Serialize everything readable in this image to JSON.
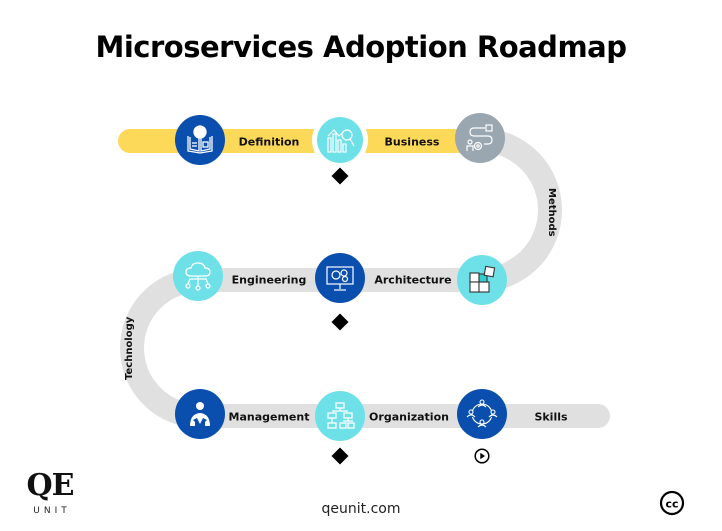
{
  "title": "Microservices Adoption Roadmap",
  "colors": {
    "yellow_track": "#fdd95a",
    "gray_track": "#e0e0e0",
    "dark_blue": "#0a4fad",
    "cyan": "#6ee0e8",
    "slate": "#9aa6b0"
  },
  "rows": [
    {
      "stages": [
        {
          "label": "Definition",
          "icon": "book-idea-icon",
          "color": "dark_blue"
        },
        {
          "label": "Business",
          "icon": "analytics-chart-icon",
          "color": "cyan"
        },
        {
          "label": "",
          "icon": "process-flow-icon",
          "color": "slate"
        }
      ]
    },
    {
      "stages": [
        {
          "label": "Engineering",
          "icon": "cloud-network-icon",
          "color": "cyan"
        },
        {
          "label": "Architecture",
          "icon": "monitor-gears-icon",
          "color": "dark_blue"
        },
        {
          "label": "",
          "icon": "puzzle-icon",
          "color": "cyan"
        }
      ]
    },
    {
      "stages": [
        {
          "label": "Management",
          "icon": "manager-icon",
          "color": "dark_blue"
        },
        {
          "label": "Organization",
          "icon": "org-chart-icon",
          "color": "cyan"
        },
        {
          "label": "Skills",
          "icon": "team-circle-icon",
          "color": "dark_blue"
        }
      ]
    }
  ],
  "curve_labels": {
    "right": "Methods",
    "left": "Technology"
  },
  "markers": [
    "diamond",
    "diamond",
    "diamond",
    "play"
  ],
  "footer": {
    "logo_main": "QE",
    "logo_sub": "UNIT",
    "website": "qeunit.com",
    "license_icon": "creative-commons-icon"
  }
}
